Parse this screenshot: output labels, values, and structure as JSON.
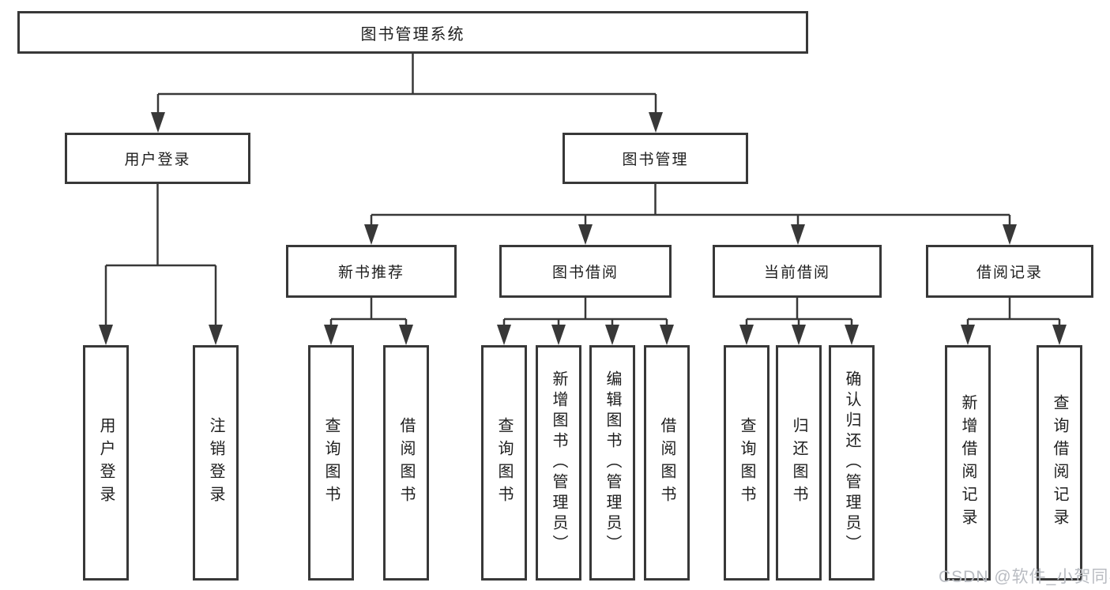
{
  "diagram": {
    "root": "图书管理系统",
    "level2": {
      "user_login": "用户登录",
      "book_management": "图书管理"
    },
    "level3": {
      "new_book_recommend": "新书推荐",
      "book_borrow": "图书借阅",
      "current_borrow": "当前借阅",
      "borrow_records": "借阅记录"
    },
    "leaves": {
      "user_login": "用户登录",
      "logout": "注销登录",
      "recommend_query_books": "查询图书",
      "recommend_borrow_books": "借阅图书",
      "borrow_query_books": "查询图书",
      "borrow_add_book_admin": "新增图书（管理员）",
      "borrow_edit_book_admin": "编辑图书（管理员）",
      "borrow_borrow_books": "借阅图书",
      "current_query_books": "查询图书",
      "current_return_books": "归还图书",
      "current_confirm_return_admin": "确认归还（管理员）",
      "records_add_record": "新增借阅记录",
      "records_query_record": "查询借阅记录"
    },
    "watermark": "CSDN @软件_小贺同学",
    "colors": {
      "line": "#383838",
      "text": "#1e1e1e",
      "watermark": "#b9bcc2",
      "background": "#ffffff"
    }
  }
}
